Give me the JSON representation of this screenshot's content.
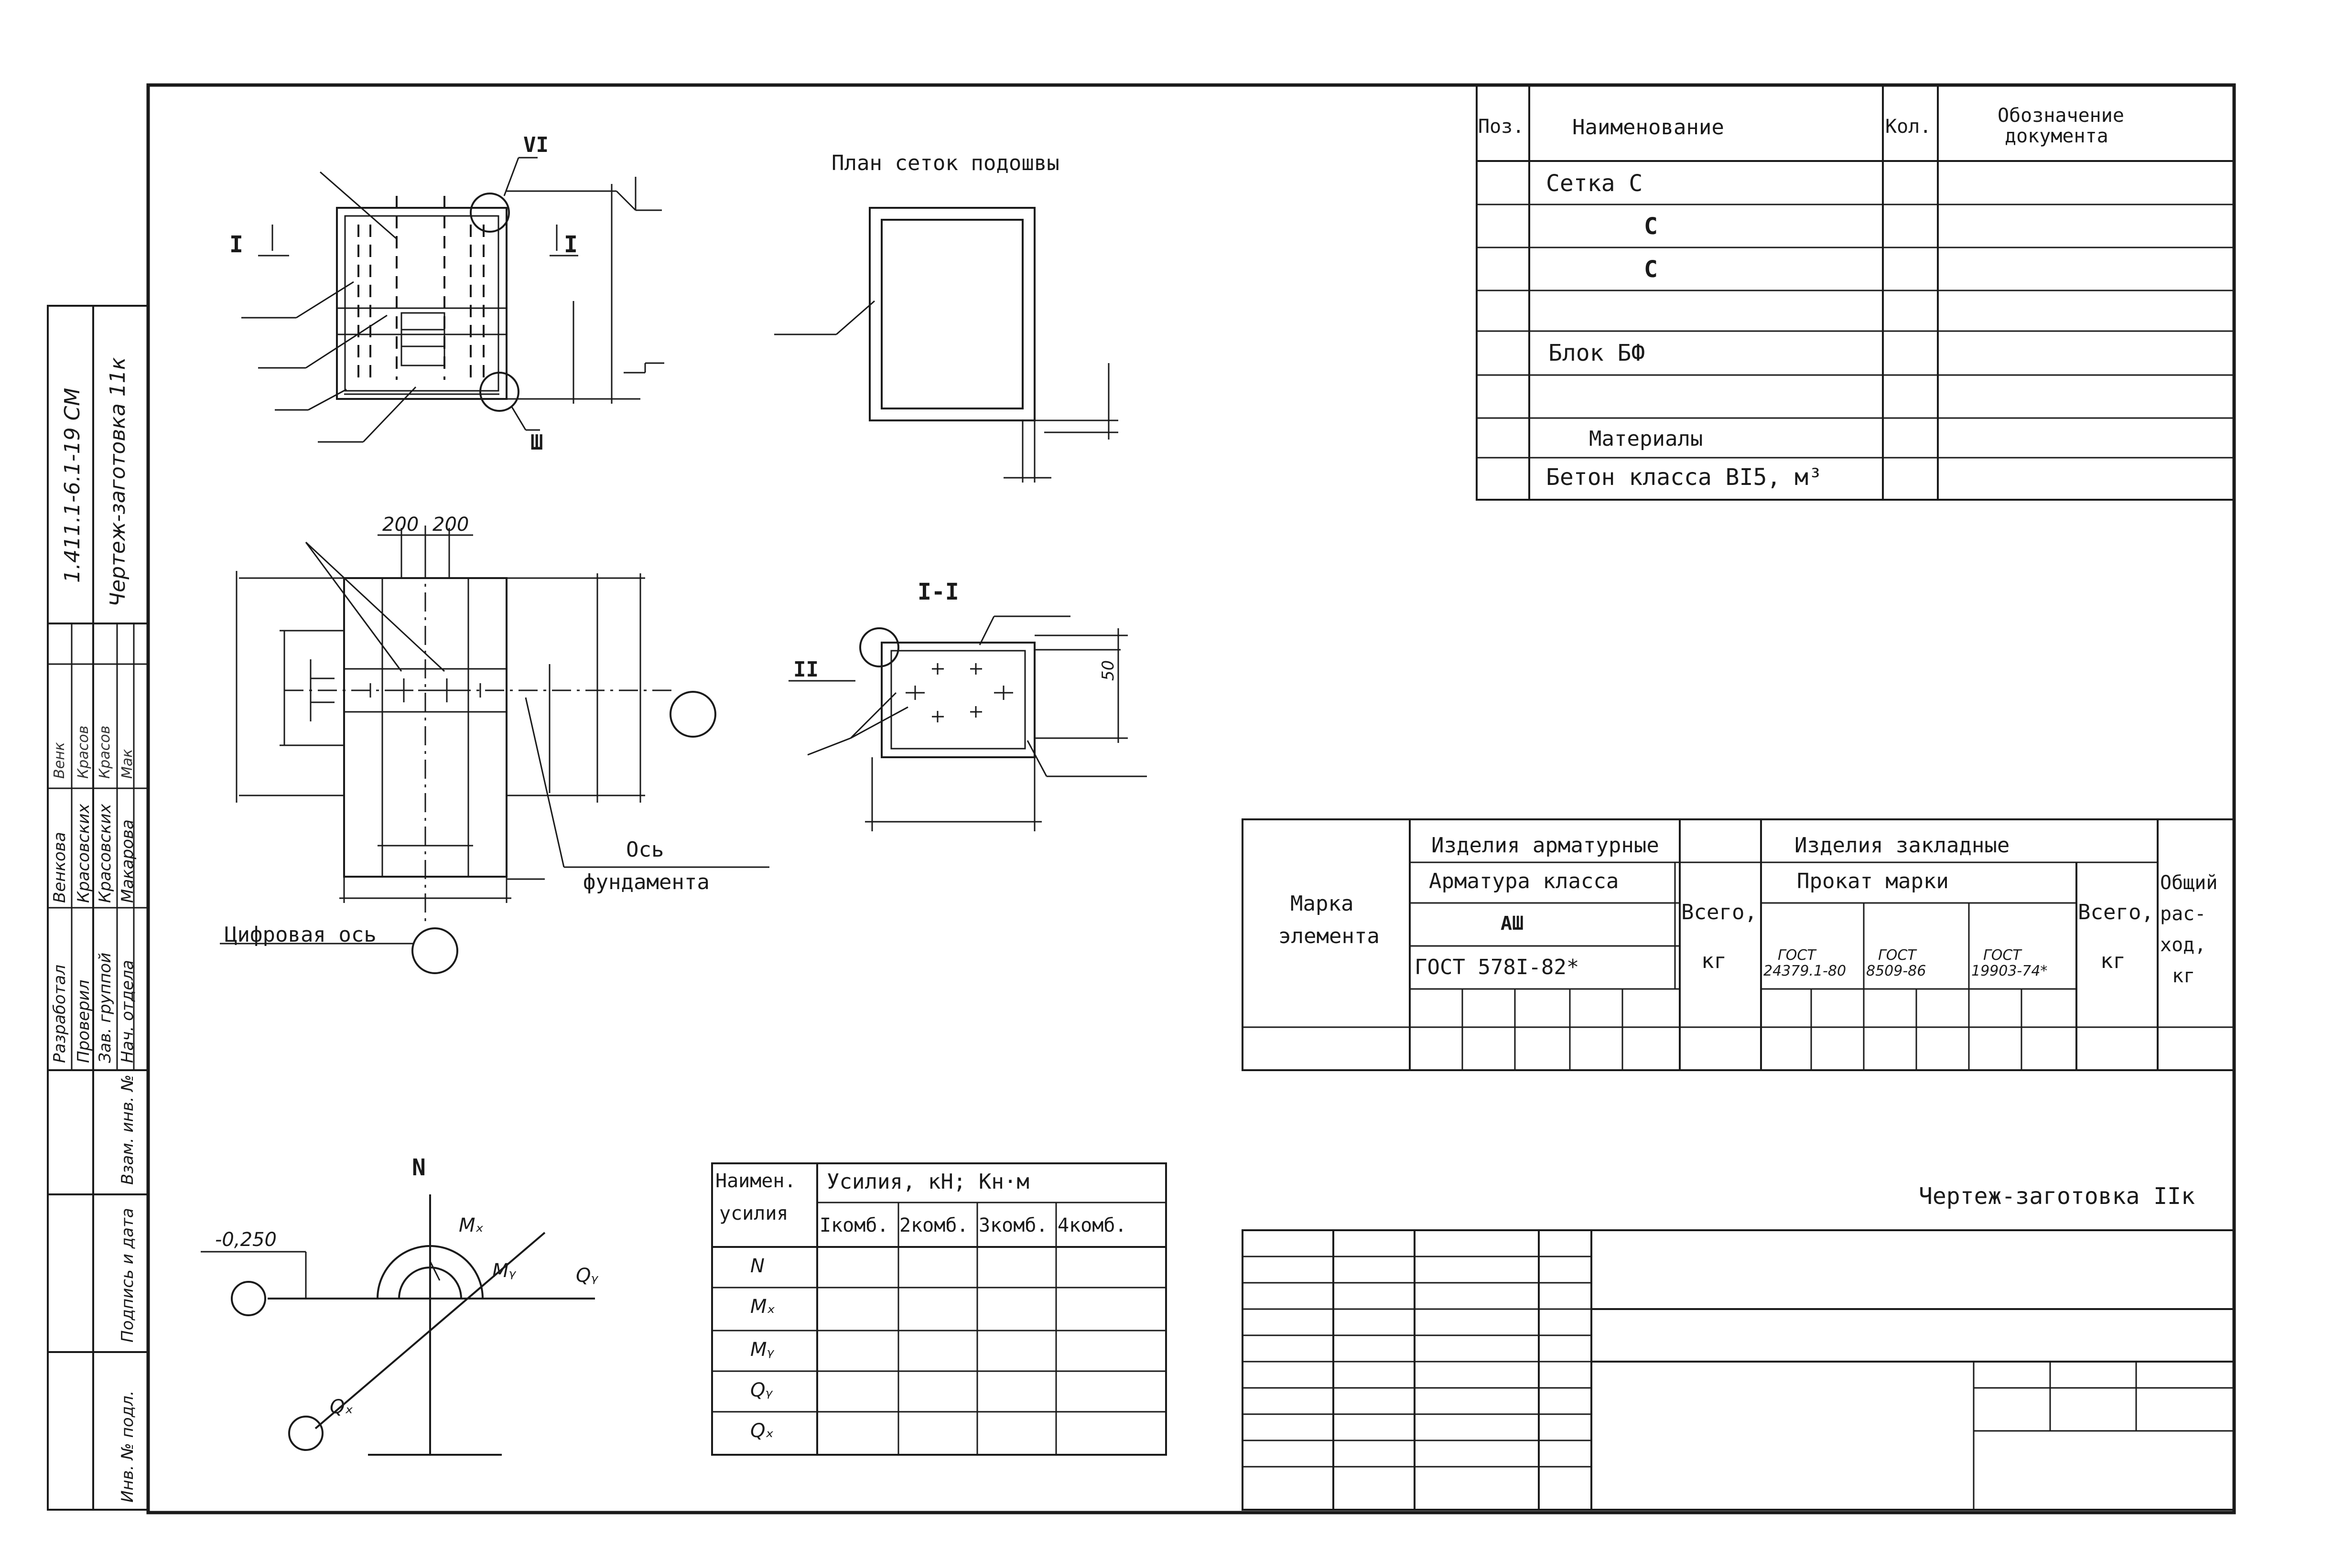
{
  "spec_table": {
    "headers": {
      "pos": "Поз.",
      "name": "Наименование",
      "qty": "Кол.",
      "doc_line1": "Обозначение",
      "doc_line2": "документа"
    },
    "rows": [
      {
        "name": "Сетка  С"
      },
      {
        "name": "С"
      },
      {
        "name": "С"
      },
      {
        "name": ""
      },
      {
        "name": "Блок  БФ"
      },
      {
        "name": ""
      },
      {
        "name": "Материалы"
      },
      {
        "name": "Бетон класса  BI5, м³"
      }
    ]
  },
  "plan_label": "План  сеток  подошвы",
  "section_labels": {
    "I_left": "I",
    "I_right": "I",
    "VI": "VI",
    "III": "Ш",
    "II": "II",
    "section_II": "I-I"
  },
  "dimensions": {
    "d1": "200",
    "d2": "200",
    "d50": "50",
    "elev": "-0,250"
  },
  "labels": {
    "axis_foundation_1": "Ось",
    "axis_foundation_2": "фундамента",
    "digital_axis": "Цифровая ось"
  },
  "loads": {
    "N": "N",
    "Mx": "Mₓ",
    "My": "Mᵧ",
    "Qy": "Qᵧ",
    "Qx": "Qₓ"
  },
  "forces_table": {
    "h1a": "Наимен.",
    "h1b": "усилия",
    "h2": "Усилия, кН; Кн·м",
    "cols": [
      "Iкомб.",
      "2комб.",
      "3комб.",
      "4комб."
    ],
    "rows": [
      "N",
      "Mₓ",
      "Mᵧ",
      "Qᵧ",
      "Qₓ"
    ]
  },
  "weights_table": {
    "marka_1": "Марка",
    "marka_2": "элемента",
    "armatura_group": "Изделия арматурные",
    "armatura_class": "Арматура класса",
    "class_value": "АШ",
    "gost_a": "ГОСТ 578I-82*",
    "vsego_a_1": "Всего,",
    "vsego_a_2": "кг",
    "zakl_group": "Изделия закладные",
    "prokat": "Прокат марки",
    "gost_1_a": "ГОСТ",
    "gost_1_b": "24379.1-80",
    "gost_2_a": "ГОСТ",
    "gost_2_b": "8509-86",
    "gost_3_a": "ГОСТ",
    "gost_3_b": "19903-74*",
    "vsego_b_1": "Всего,",
    "vsego_b_2": "кг",
    "total_1": "Общий",
    "total_2": "рас-",
    "total_3": "ход,",
    "total_4": "кг"
  },
  "drawing_title": "Чертеж-заготовка  IIк",
  "side_stamp": {
    "code": "1.411.1-6.1-19 СМ",
    "title": "Чертеж-заготовка  11к",
    "roles": [
      "Разработал",
      "Проверил",
      "Зав. группой",
      "Нач. отдела"
    ],
    "names": [
      "Венкова",
      "Красовских",
      "Красовских",
      "Макарова"
    ],
    "sign_1": "Венк",
    "sign_2": "Красов",
    "sign_3": "Красов",
    "sign_4": "Мак"
  },
  "vertical_fields": [
    "Взам. инв. №",
    "Подпись и дата",
    "Инв. № подл."
  ]
}
